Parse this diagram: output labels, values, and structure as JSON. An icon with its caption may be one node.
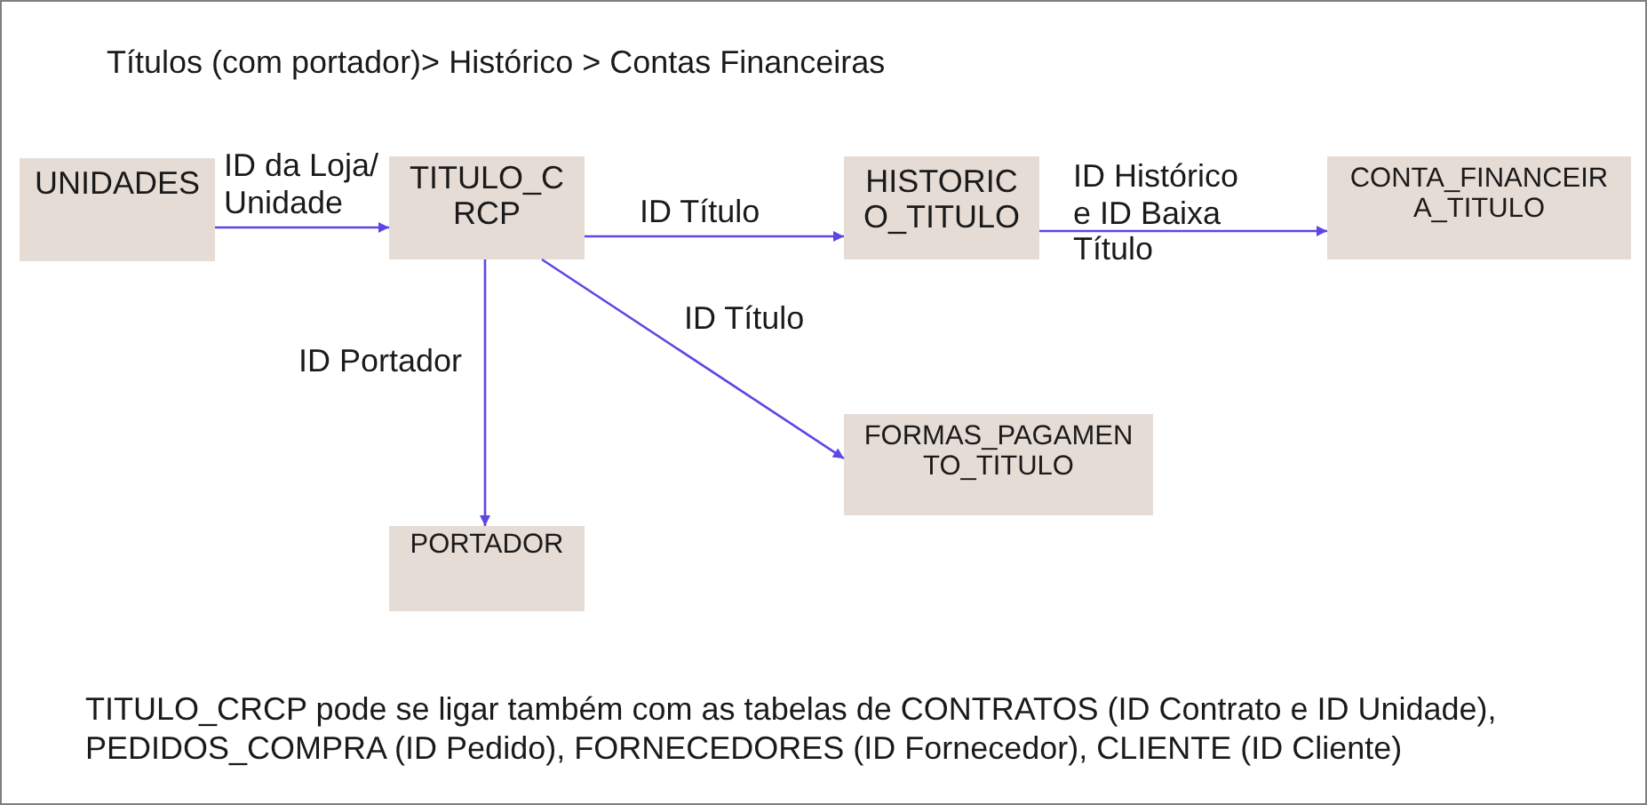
{
  "diagram": {
    "title": "Títulos (com portador)> Histórico > Contas Financeiras",
    "caption": "TITULO_CRCP pode se ligar também com as tabelas de CONTRATOS (ID Contrato e ID Unidade), PEDIDOS_COMPRA (ID Pedido), FORNECEDORES (ID Fornecedor), CLIENTE (ID Cliente)",
    "nodes": [
      {
        "text": [
          "UNIDADES"
        ]
      },
      {
        "text": [
          "TITULO_CRCP"
        ]
      },
      {
        "text": [
          "HISTORICO_TITULO"
        ]
      },
      {
        "text": [
          "CONTA_FINANCEIRA_TITULO"
        ]
      },
      {
        "text": [
          "FORMAS_PAGAMENTO_TITULO"
        ]
      },
      {
        "text": [
          "PORTADOR"
        ]
      }
    ],
    "edges": [
      {
        "from": 0,
        "to": 1,
        "arrow": "to",
        "label": "ID da Loja/ Unidade"
      },
      {
        "from": 1,
        "to": 2,
        "arrow": "to",
        "label": "ID Título"
      },
      {
        "from": 2,
        "to": 3,
        "arrow": "to",
        "label": "ID Histórico e ID Baixa Título"
      },
      {
        "from": 1,
        "to": 5,
        "arrow": "to",
        "label": "ID Portador"
      },
      {
        "from": 1,
        "to": 4,
        "arrow": "to",
        "label": "ID Título"
      }
    ]
  }
}
